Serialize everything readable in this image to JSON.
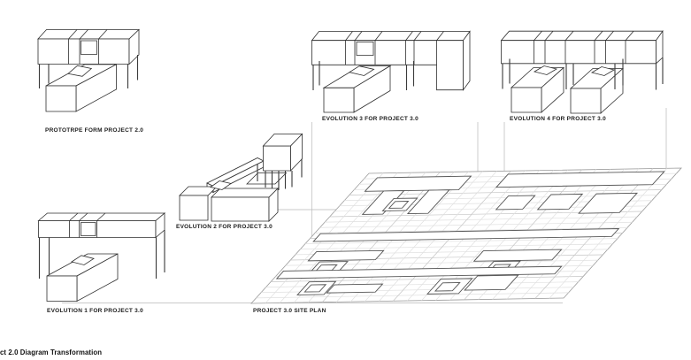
{
  "diagram": {
    "panels": [
      {
        "id": "prototype",
        "label": "PROTOTRPE FORM PROJECT 2.0"
      },
      {
        "id": "evolution1",
        "label": "EVOLUTION 1 FOR PROJECT 3.0"
      },
      {
        "id": "evolution2",
        "label": "EVOLUTION 2 FOR PROJECT 3.0"
      },
      {
        "id": "evolution3",
        "label": "EVOLUTION 3 FOR PROJECT 3.0"
      },
      {
        "id": "evolution4",
        "label": "EVOLUTION 4 FOR PROJECT 3.0"
      },
      {
        "id": "site_plan",
        "label": "PROJECT 3.0 SITE PLAN"
      }
    ],
    "page_caption": "ct 2.0 Diagram Transformation",
    "colors": {
      "background": "#ffffff",
      "drawing_line": "#2e2e2e",
      "construction_line": "#b9b9b9",
      "plan_grid_light": "#e0e0e0",
      "plan_grid_dark": "#c6c6c6",
      "building_outline": "#555555",
      "text": "#1c1c1c"
    }
  }
}
